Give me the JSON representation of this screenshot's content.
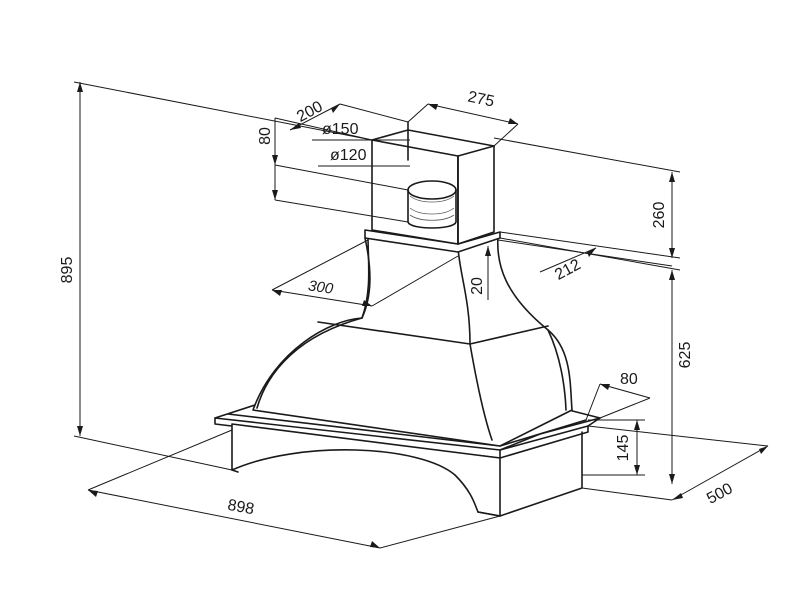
{
  "dimensions": {
    "total_height": "895",
    "duct_depth": "200",
    "outlet_outer": "ø150",
    "outlet_inner": "ø120",
    "duct_offset": "80",
    "duct_width": "275",
    "duct_height": "260",
    "body_depth": "212",
    "neck_width": "300",
    "neck_height": "20",
    "body_height": "625",
    "cornice_depth": "80",
    "base_height": "145",
    "base_width": "898",
    "base_depth": "500"
  }
}
